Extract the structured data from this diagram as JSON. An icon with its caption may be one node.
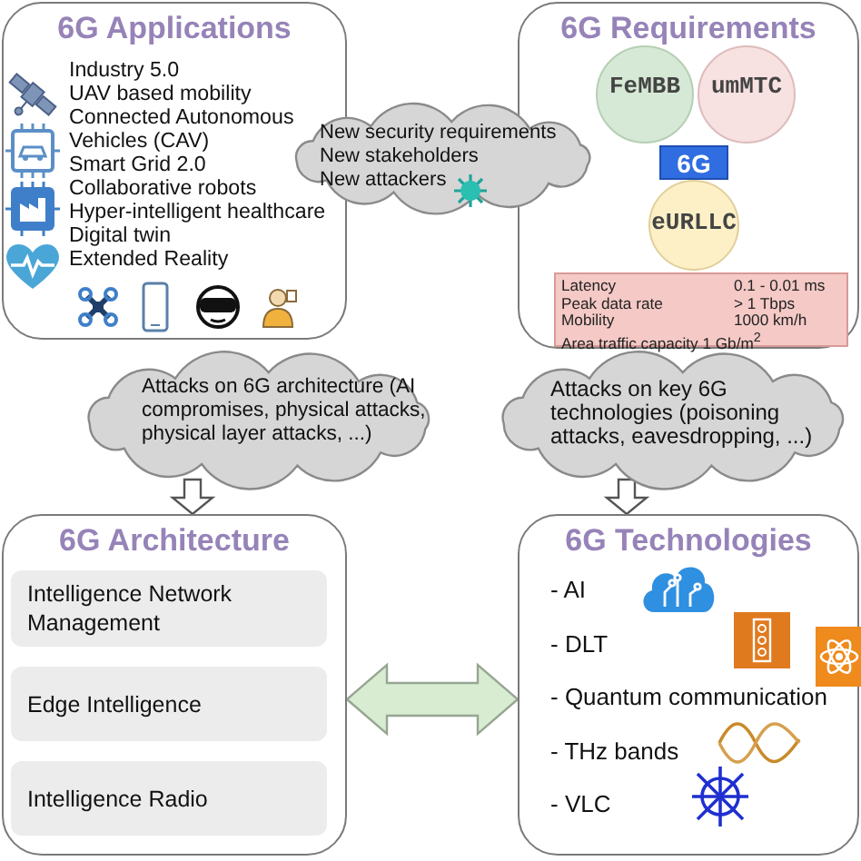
{
  "diagram": {
    "nodes": [
      {
        "text": [
          "6G Applications",
          "Industry 5.0",
          "UAV based mobility",
          "Connected Autonomous Vehicles (CAV)",
          "Smart Grid 2.0",
          "Collaborative robots",
          "Hyper-intelligent healthcare",
          "Digital twin",
          "Extended Reality"
        ]
      },
      {
        "text": [
          "6G Requirements"
        ]
      },
      {
        "text": [
          "FeMBB"
        ],
        "in": 1
      },
      {
        "text": [
          "umMTC"
        ],
        "in": 1
      },
      {
        "text": [
          "6G"
        ],
        "in": 1
      },
      {
        "text": [
          "eURLLC"
        ],
        "in": 1
      },
      {
        "text": [
          "Latency",
          "0.1 - 0.01 ms",
          "Peak data rate",
          "> 1 Tbps",
          "Mobility",
          "1000 km/h",
          "Area traffic capacity 1 Gb/m$^{2}$"
        ],
        "in": 1
      },
      {
        "text": [
          "New security requirements",
          "New stakeholders",
          "New attackers"
        ]
      },
      {
        "text": [
          "Attacks on 6G architecture (AI compromises, physical attacks, physical layer attacks, ...)"
        ]
      },
      {
        "text": [
          "Attacks on key 6G technologies (poisoning attacks, eavesdropping, ...)"
        ]
      },
      {
        "text": [
          "6G Architecture"
        ]
      },
      {
        "text": [
          "Intelligence Network Management"
        ],
        "in": 10
      },
      {
        "text": [
          "Edge Intelligence"
        ],
        "in": 10
      },
      {
        "text": [
          "Intelligence Radio"
        ],
        "in": 10
      },
      {
        "text": [
          "6G Technologies",
          "- AI",
          "- DLT",
          "- Quantum communication",
          "- THz bands",
          "- VLC"
        ]
      }
    ],
    "edges": [
      {
        "from": 8,
        "to": 10,
        "arrow": "to"
      },
      {
        "from": 9,
        "to": 14,
        "arrow": "to"
      },
      {
        "from": 10,
        "to": 14,
        "arrow": "both",
        "color": "#d7ecd0"
      }
    ]
  }
}
